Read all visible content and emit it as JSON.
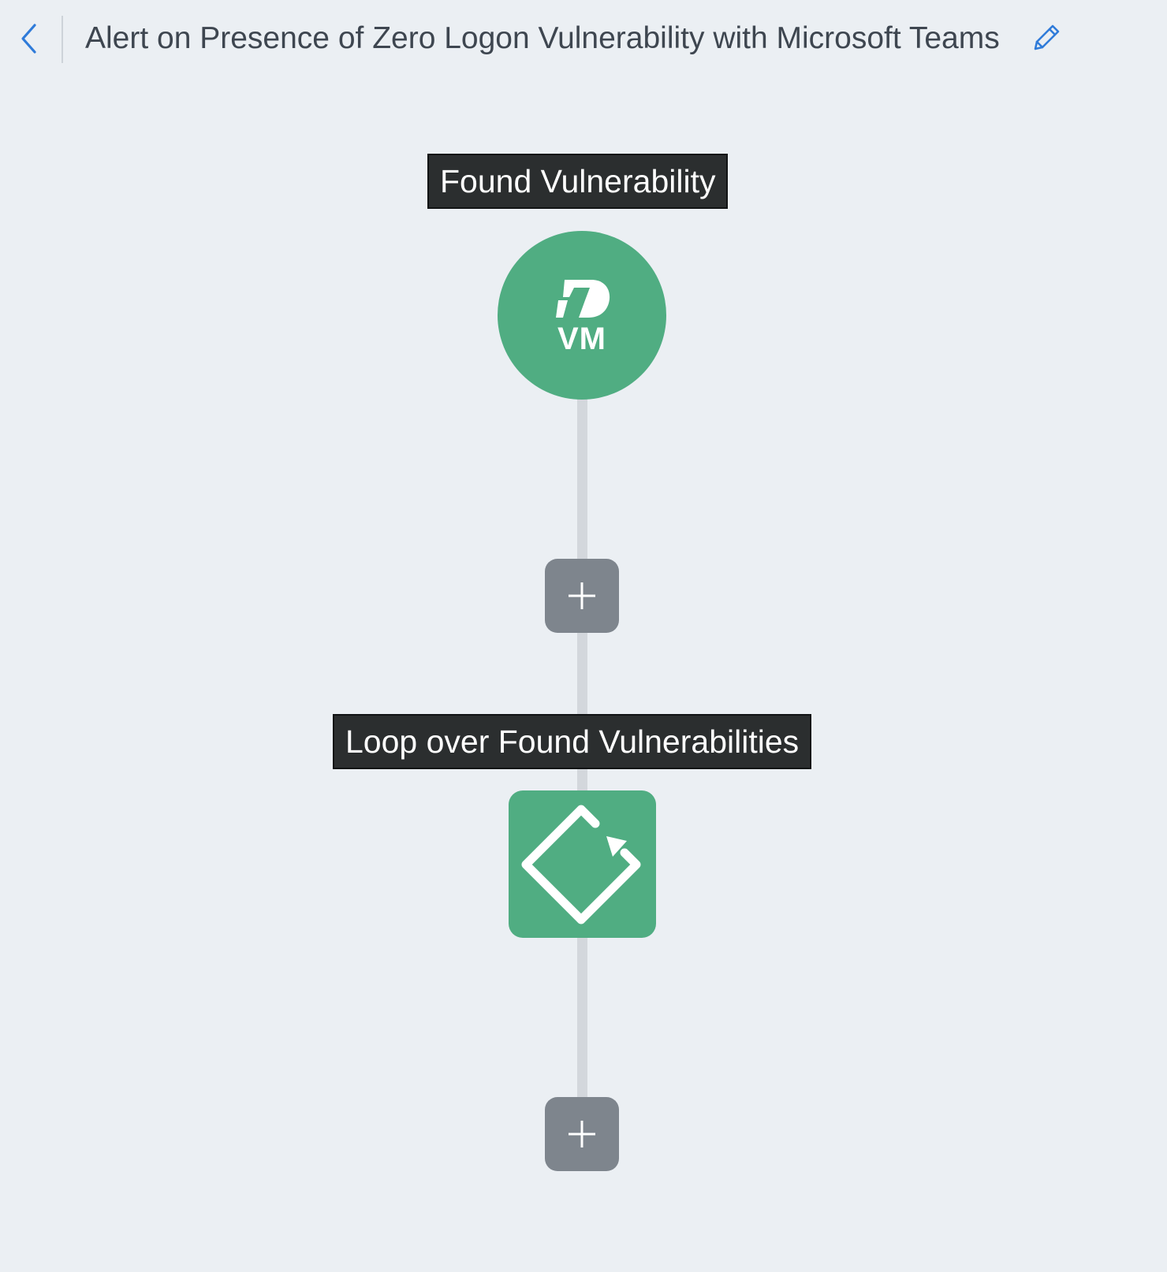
{
  "header": {
    "title": "Alert on Presence of Zero Logon Vulnerability with Microsoft Teams",
    "back_icon": "chevron-left-icon",
    "edit_icon": "pencil-icon"
  },
  "workflow": {
    "steps": [
      {
        "label": "Found Vulnerability",
        "node_text": "VM",
        "icon": "rapid7-logo-icon",
        "shape": "circle"
      },
      {
        "label": "Loop over Found Vulnerabilities",
        "icon": "loop-diamond-icon",
        "shape": "rounded-square"
      }
    ],
    "add_step_icon": "plus-icon"
  },
  "colors": {
    "background": "#ebeff3",
    "node_green": "#50ad82",
    "add_button": "#7e858d",
    "connector": "#d3d7dc",
    "label_bg": "#2b2e2f",
    "accent_blue": "#2f7bd9"
  }
}
